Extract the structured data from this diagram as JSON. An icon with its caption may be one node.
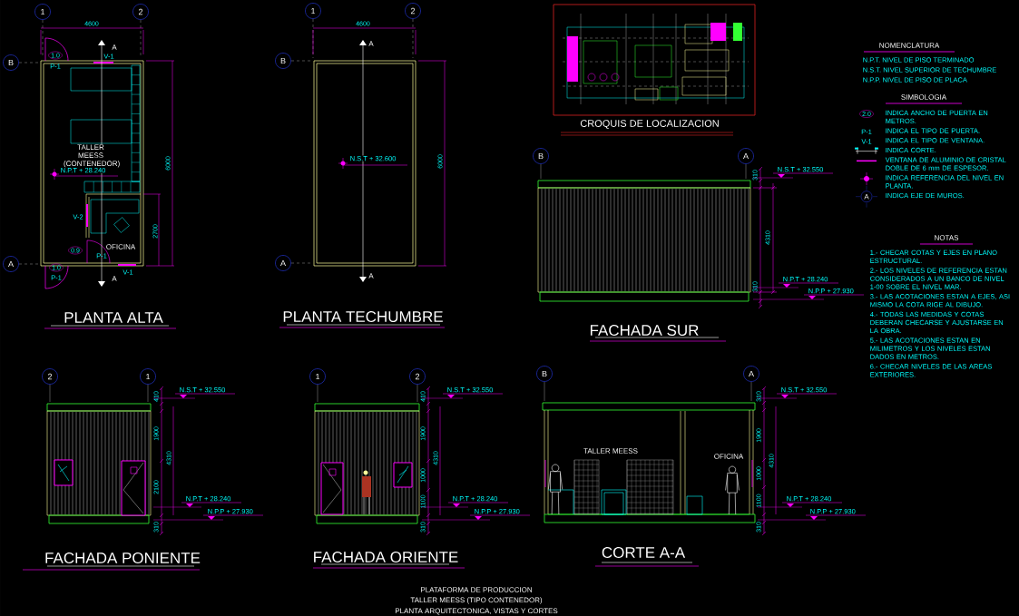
{
  "diagram": {
    "nodes": [
      {
        "text": [
          "1"
        ]
      },
      {
        "text": [
          "2"
        ]
      },
      {
        "text": [
          "B"
        ]
      },
      {
        "text": [
          "A"
        ]
      },
      {
        "text": [
          "1"
        ]
      },
      {
        "text": [
          "2"
        ]
      },
      {
        "text": [
          "B"
        ]
      },
      {
        "text": [
          "A"
        ]
      },
      {
        "text": [
          "B"
        ]
      },
      {
        "text": [
          "A"
        ]
      },
      {
        "text": [
          "2"
        ]
      },
      {
        "text": [
          "1"
        ]
      },
      {
        "text": [
          "1"
        ]
      },
      {
        "text": [
          "2"
        ]
      },
      {
        "text": [
          "B"
        ]
      },
      {
        "text": [
          "A"
        ]
      }
    ],
    "labels": [
      "4600",
      "A",
      "1.0",
      "P-1",
      "V-1",
      "TALLER MEESS (CONTENEDOR)",
      "N.P.T + 28.240",
      "6000",
      "V-2",
      "OFICINA",
      "0.9",
      "P-1",
      "2700",
      "1.0",
      "P-1",
      "V-1",
      "A",
      "PLANTA ALTA",
      "4600",
      "A",
      "N.S.T + 32.600",
      "6000",
      "A",
      "PLANTA TECHUMBRE",
      "CROQUIS DE LOCALIZACION",
      "NOMENCLATURA",
      "N.P.T. NIVEL DE PISO TERMINADO",
      "N.S.T. NIVEL SUPERIOR DE TECHUMBRE",
      "N.P.P. NIVEL DE PISO DE PLACA",
      "SIMBOLOGIA",
      "2.0",
      "P-1",
      "V-1",
      "A",
      "310",
      "N.S.T + 32.550",
      "4310",
      "310",
      "N.P.T + 28.240",
      "N.P.P + 27.930",
      "NOTAS",
      "1.- CHECAR COTAS Y EJES EN PLANO ESTRUCTURAL.",
      "2.- LOS NIVELES DE REFERENCIA ESTAN CONSIDERADOS A UN BANCO DE NIVEL 1-00 SOBRE EL NIVEL MAR.",
      "3.- LAS ACOTACIONES ESTAN A EJES, ASI MISMO LA COTA RIGE AL DIBUJO.",
      "4.- TODAS LAS MEDIDAS Y COTAS DEBERAN CHECARSE Y AJUSTARSE EN LA OBRA.",
      "5.- LAS ACOTACIONES ESTAN EN MILIMETROS Y LOS NIVELES ESTAN DADOS EN METROS.",
      "6.- CHECAR NIVELES DE LAS AREAS EXTERIORES.",
      "FACHADA SUR",
      "410",
      "N.S.T + 32.550",
      "1900",
      "4310",
      "2100",
      "N.P.T + 28.240",
      "N.P.P + 27.930",
      "310",
      "FACHADA PONIENTE",
      "410",
      "N.S.T + 32.550",
      "1900",
      "4310",
      "1000",
      "1100",
      "N.P.T + 28.240",
      "N.P.P + 27.930",
      "310",
      "FACHADA ORIENTE",
      "310",
      "N.S.T + 32.550",
      "TALLER MEESS",
      "1900",
      "OFICINA",
      "4310",
      "1000",
      "1100",
      "N.P.T + 28.240",
      "N.P.P + 27.930",
      "310",
      "CORTE A-A",
      "PLATAFORMA DE PRODUCCION",
      "TALLER MEESS (TIPO CONTENEDOR)",
      "PLANTA ARQUITECTONICA, VISTAS Y CORTES"
    ],
    "legend": [
      {
        "text": "INDICA ANCHO DE PUERTA EN METROS."
      },
      {
        "text": "INDICA EL TIPO DE PUERTA."
      },
      {
        "text": "INDICA EL TIPO DE VENTANA."
      },
      {
        "text": "INDICA CORTE."
      },
      {
        "text": "VENTANA DE ALUMINIO DE CRISTAL DOBLE DE 6 mm DE ESPESOR."
      },
      {
        "text": "INDICA REFERENCIA DEL NIVEL EN PLANTA."
      },
      {
        "text": "INDICA EJE DE MUROS."
      }
    ]
  }
}
